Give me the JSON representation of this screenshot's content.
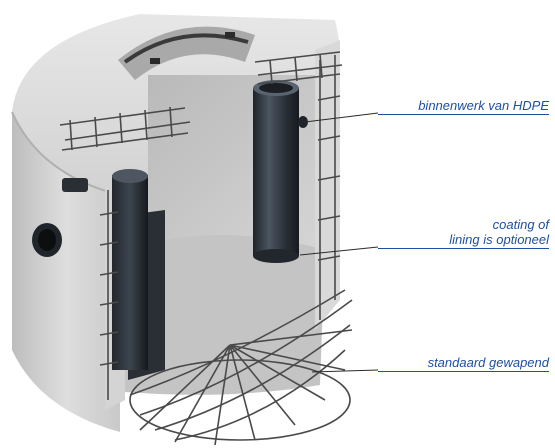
{
  "callouts": [
    {
      "id": "hdpe",
      "lines": [
        "binnenwerk van HDPE"
      ]
    },
    {
      "id": "coating",
      "lines": [
        "coating of",
        "lining is optioneel"
      ]
    },
    {
      "id": "reinforced",
      "lines": [
        "standaard gewapend"
      ]
    }
  ],
  "colors": {
    "label": "#1f4fa0",
    "leader": "#2b2b2b",
    "concrete": "#cfcfcf",
    "pipe": "#2f3640"
  },
  "illustration": {
    "subject": "concrete manhole cutaway with HDPE inner pipes and steel reinforcement cage",
    "icons": [
      "manhole-cover-icon",
      "inlet-pipe-icon",
      "hdpe-pipe-icon",
      "rebar-cage-icon"
    ]
  }
}
